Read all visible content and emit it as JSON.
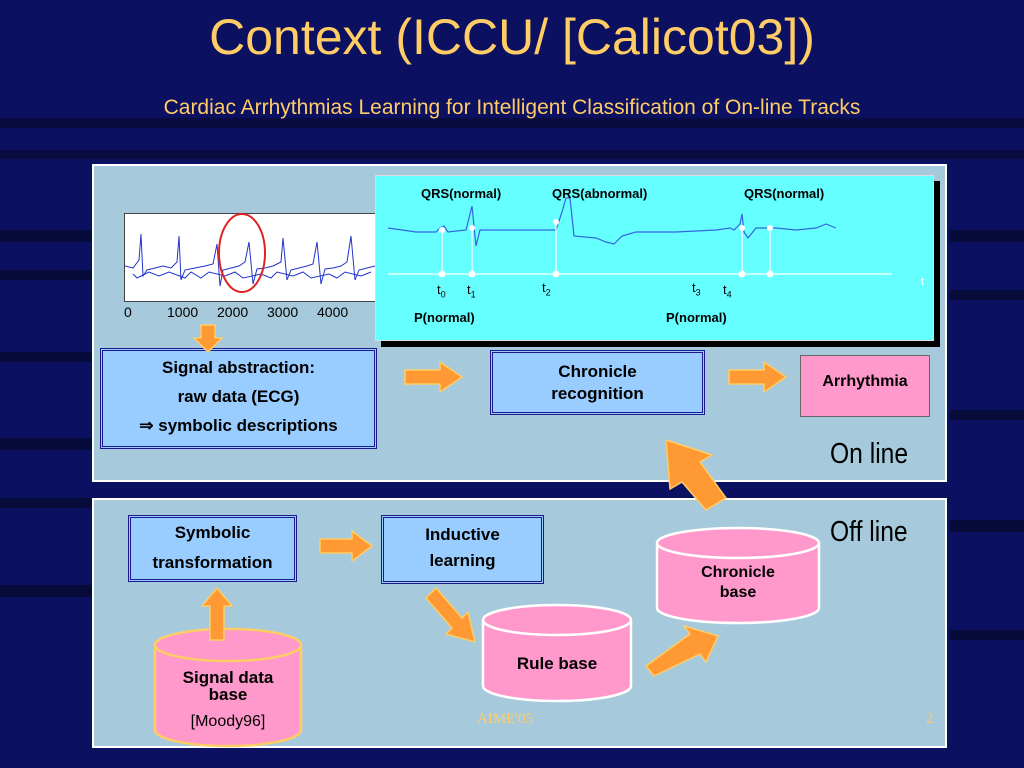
{
  "slide": {
    "title": "Context (ICCU/ [Calicot03])",
    "subtitle": "Cardiac Arrhythmias Learning for Intelligent Classification of On-line Tracks",
    "footer_left": "AIME'05",
    "footer_right": "2",
    "colors": {
      "background": "#0b1060",
      "title": "#ffcc66",
      "panel": "#a6cadb",
      "box_blue": "#99ccff",
      "box_pink": "#ff99cc",
      "arrow": "#ff9933",
      "wave_bg": "#66ffff"
    }
  },
  "online": {
    "label": "On line",
    "ecg_ticks": [
      "0",
      "1000",
      "2000",
      "3000",
      "4000"
    ],
    "signal_abstraction": {
      "line1": "Signal abstraction:",
      "line2": "raw data (ECG)",
      "line3_symbol": "⇒",
      "line3": "symbolic descriptions"
    },
    "chronicle_recognition": {
      "line1": "Chronicle",
      "line2": "recognition"
    },
    "arrhythmia": "Arrhythmia",
    "waveform": {
      "qrs_labels": [
        "QRS(normal)",
        "QRS(abnormal)",
        "QRS(normal)"
      ],
      "time_points": [
        {
          "t": "t",
          "sub": "0"
        },
        {
          "t": "t",
          "sub": "1"
        },
        {
          "t": "t",
          "sub": "2"
        },
        {
          "t": "t",
          "sub": "3"
        },
        {
          "t": "t",
          "sub": "4"
        }
      ],
      "p_labels": [
        "P(normal)",
        "P(normal)"
      ],
      "axis_label": "t"
    }
  },
  "offline": {
    "label": "Off line",
    "symbolic_transformation": {
      "line1": "Symbolic",
      "line2": "transformation"
    },
    "inductive_learning": {
      "line1": "Inductive",
      "line2": "learning"
    },
    "chronicle_base": {
      "line1": "Chronicle",
      "line2": "base"
    },
    "rule_base": "Rule base",
    "signal_data_base": {
      "line1": "Signal data",
      "line2": "base",
      "ref": "[Moody96]"
    }
  }
}
